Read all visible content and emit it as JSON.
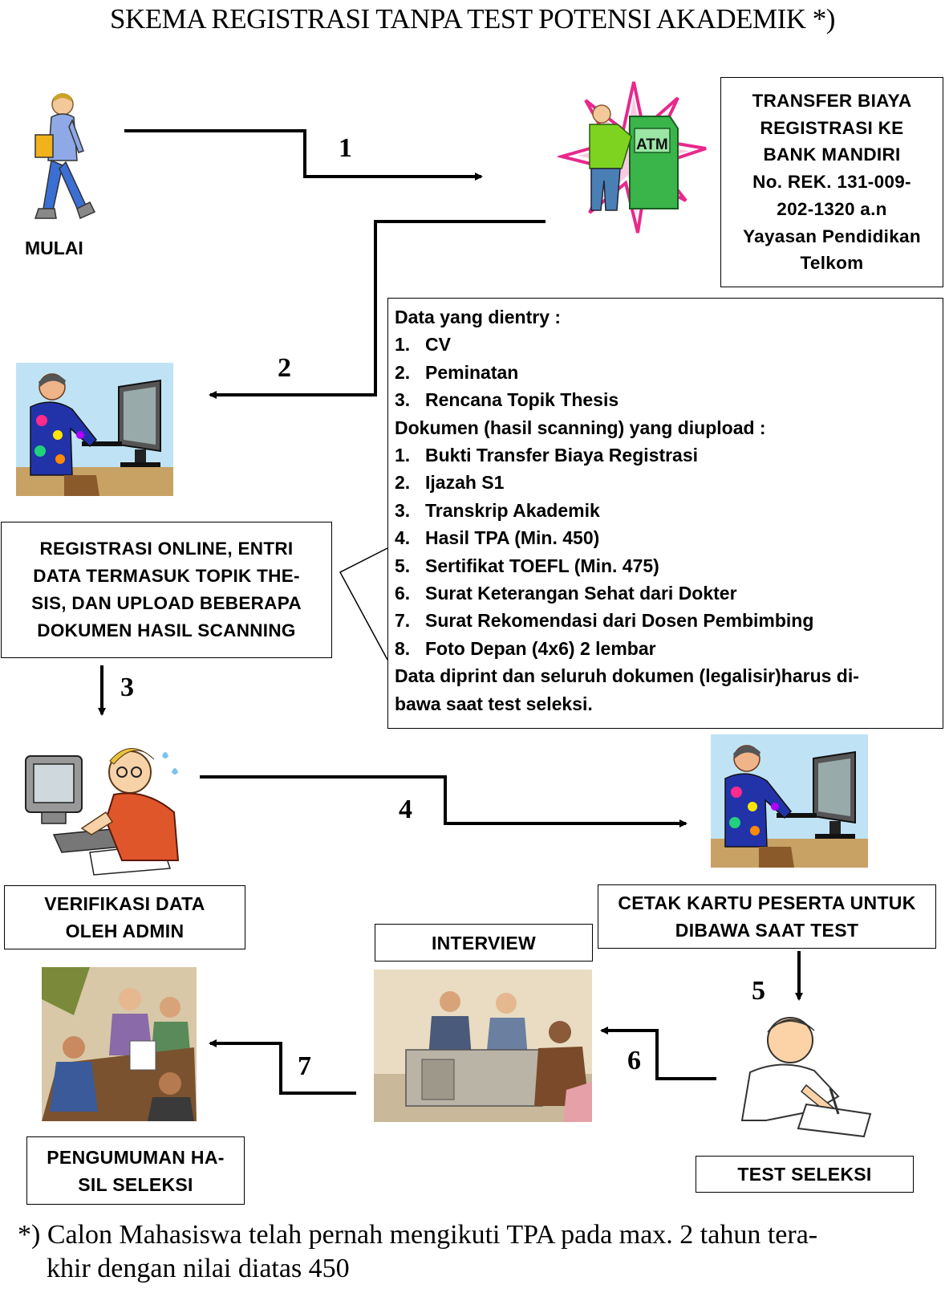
{
  "title": "SKEMA REGISTRASI TANPA TEST POTENSI AKADEMIK *)",
  "start_label": "MULAI",
  "transfer_box": [
    "TRANSFER BIAYA",
    "REGISTRASI KE",
    "BANK MANDIRI",
    "No. REK. 131-009-",
    "202-1320 a.n",
    "Yayasan Pendidikan",
    "Telkom"
  ],
  "atm_label": "ATM",
  "registration_box": [
    "REGISTRASI ONLINE, ENTRI",
    "DATA TERMASUK TOPIK THE-",
    "SIS, DAN UPLOAD BEBERAPA",
    "DOKUMEN HASIL SCANNING"
  ],
  "info": {
    "data_heading": "Data yang dientry :",
    "data_items": [
      {
        "num": "1.",
        "text": "CV"
      },
      {
        "num": "2.",
        "text": "Peminatan"
      },
      {
        "num": "3.",
        "text": "Rencana Topik Thesis"
      }
    ],
    "docs_heading": "Dokumen (hasil scanning) yang diupload :",
    "doc_items": [
      {
        "num": "1.",
        "text": "Bukti Transfer Biaya Registrasi"
      },
      {
        "num": "2.",
        "text": "Ijazah S1"
      },
      {
        "num": "3.",
        "text": "Transkrip Akademik"
      },
      {
        "num": "4.",
        "text": "Hasil TPA (Min. 450)"
      },
      {
        "num": "5.",
        "text": "Sertifikat TOEFL (Min. 475)"
      },
      {
        "num": "6.",
        "text": "Surat Keterangan Sehat dari Dokter"
      },
      {
        "num": "7.",
        "text": "Surat Rekomendasi dari Dosen Pembimbing"
      },
      {
        "num": "8.",
        "text": "Foto Depan (4x6) 2 lembar"
      }
    ],
    "closing_lines": [
      "Data diprint dan seluruh dokumen (legalisir)harus di-",
      "bawa saat test seleksi."
    ]
  },
  "verification_box": [
    "VERIFIKASI DATA",
    "OLEH ADMIN"
  ],
  "print_card_box": [
    "CETAK KARTU PESERTA UNTUK",
    "DIBAWA SAAT TEST"
  ],
  "interview_box": "INTERVIEW",
  "test_box": "TEST SELEKSI",
  "announcement_box": [
    "PENGUMUMAN HA-",
    "SIL SELEKSI"
  ],
  "steps": [
    "1",
    "2",
    "3",
    "4",
    "5",
    "6",
    "7"
  ],
  "footnote": [
    "*) Calon Mahasiswa telah pernah mengikuti TPA pada max. 2 tahun tera-",
    "khir dengan nilai diatas 450"
  ],
  "colors": {
    "atm_burst": "#e8288c",
    "atm_machine": "#39b54a",
    "screen_bg": "#bfe3f5"
  },
  "icons": [
    "walking-person-icon",
    "atm-user-icon",
    "computer-user-icon",
    "stressed-admin-icon",
    "computer-user-icon",
    "interview-scene-icon",
    "student-writing-icon",
    "meeting-scene-icon"
  ]
}
